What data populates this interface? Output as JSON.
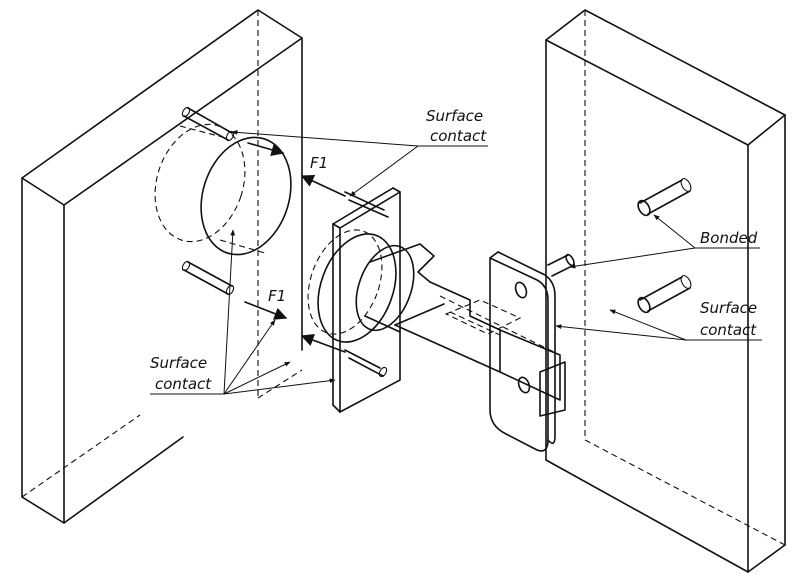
{
  "labels": {
    "surface_contact_top": [
      "Surface",
      "contact"
    ],
    "surface_contact_left": [
      "Surface",
      "contact"
    ],
    "surface_contact_right": [
      "Surface",
      "contact"
    ],
    "bonded": "Bonded",
    "force_upper": "F1",
    "force_lower": "F1"
  }
}
